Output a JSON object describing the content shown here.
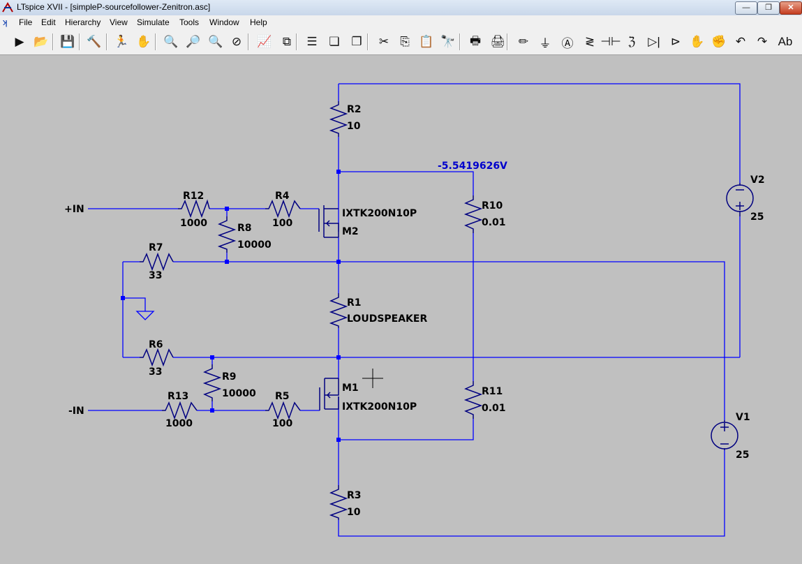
{
  "window": {
    "title": "LTspice XVII - [simpleP-sourcefollower-Zenitron.asc]",
    "controls": {
      "minimize": "—",
      "maximize": "❐",
      "close": "✕"
    }
  },
  "menu": [
    {
      "label": "File"
    },
    {
      "label": "Edit"
    },
    {
      "label": "Hierarchy"
    },
    {
      "label": "View"
    },
    {
      "label": "Simulate"
    },
    {
      "label": "Tools"
    },
    {
      "label": "Window"
    },
    {
      "label": "Help"
    }
  ],
  "mdi": {
    "minimize": "_",
    "restore": "❐",
    "close": "×"
  },
  "toolbar": [
    {
      "name": "run-icon",
      "glyph": "▶"
    },
    {
      "name": "open-folder-icon",
      "glyph": "📂"
    },
    {
      "name": "save-icon",
      "glyph": "💾"
    },
    {
      "name": "control-panel-icon",
      "glyph": "🔨"
    },
    {
      "name": "run-man-icon",
      "glyph": "🏃"
    },
    {
      "name": "halt-hand-icon",
      "glyph": "✋"
    },
    {
      "name": "zoom-in-icon",
      "glyph": "🔍"
    },
    {
      "name": "zoom-pan-icon",
      "glyph": "🔎"
    },
    {
      "name": "zoom-out-icon",
      "glyph": "🔍"
    },
    {
      "name": "zoom-cancel-icon",
      "glyph": "⊘"
    },
    {
      "name": "autoscale-icon",
      "glyph": "📈"
    },
    {
      "name": "plot-settings-icon",
      "glyph": "⧉"
    },
    {
      "name": "tile-horizontal-icon",
      "glyph": "☰"
    },
    {
      "name": "cascade-icon",
      "glyph": "❏"
    },
    {
      "name": "tile-vertical-icon",
      "glyph": "❐"
    },
    {
      "name": "cut-icon",
      "glyph": "✂"
    },
    {
      "name": "copy-icon",
      "glyph": "⎘"
    },
    {
      "name": "paste-icon",
      "glyph": "📋"
    },
    {
      "name": "find-icon",
      "glyph": "🔭"
    },
    {
      "name": "print-icon",
      "glyph": "🖶"
    },
    {
      "name": "print-setup-icon",
      "glyph": "🖨"
    },
    {
      "name": "draw-wire-icon",
      "glyph": "✏"
    },
    {
      "name": "ground-icon",
      "glyph": "⏚"
    },
    {
      "name": "label-net-icon",
      "glyph": "Ⓐ"
    },
    {
      "name": "resistor-icon",
      "glyph": "≷"
    },
    {
      "name": "capacitor-icon",
      "glyph": "⊣⊢"
    },
    {
      "name": "inductor-icon",
      "glyph": "ℨ"
    },
    {
      "name": "diode-icon",
      "glyph": "▷|"
    },
    {
      "name": "component-icon",
      "glyph": "⊳"
    },
    {
      "name": "move-icon",
      "glyph": "✋"
    },
    {
      "name": "drag-icon",
      "glyph": "✊"
    },
    {
      "name": "undo-icon",
      "glyph": "↶"
    },
    {
      "name": "redo-icon",
      "glyph": "↷"
    },
    {
      "name": "text-icon",
      "glyph": "Ab"
    }
  ],
  "schematic": {
    "probe_voltage": "-5.5419626V",
    "nets": {
      "plus_in": "+IN",
      "minus_in": "-IN"
    },
    "components": {
      "R2": {
        "ref": "R2",
        "value": "10"
      },
      "R10": {
        "ref": "R10",
        "value": "0.01"
      },
      "R12": {
        "ref": "R12",
        "value": "1000"
      },
      "R4": {
        "ref": "R4",
        "value": "100"
      },
      "R8": {
        "ref": "R8",
        "value": "10000"
      },
      "M2": {
        "ref": "M2",
        "value": "IXTK200N10P"
      },
      "R7": {
        "ref": "R7",
        "value": "33"
      },
      "R1": {
        "ref": "R1",
        "value": "LOUDSPEAKER"
      },
      "R6": {
        "ref": "R6",
        "value": "33"
      },
      "R9": {
        "ref": "R9",
        "value": "10000"
      },
      "M1": {
        "ref": "M1",
        "value": "IXTK200N10P"
      },
      "R13": {
        "ref": "R13",
        "value": "1000"
      },
      "R5": {
        "ref": "R5",
        "value": "100"
      },
      "R11": {
        "ref": "R11",
        "value": "0.01"
      },
      "R3": {
        "ref": "R3",
        "value": "10"
      },
      "V2": {
        "ref": "V2",
        "value": "25"
      },
      "V1": {
        "ref": "V1",
        "value": "25"
      }
    }
  },
  "colors": {
    "wire": "#0000ff",
    "component": "#000080",
    "background": "#c0c0c0",
    "probe_text": "#0000cc"
  }
}
